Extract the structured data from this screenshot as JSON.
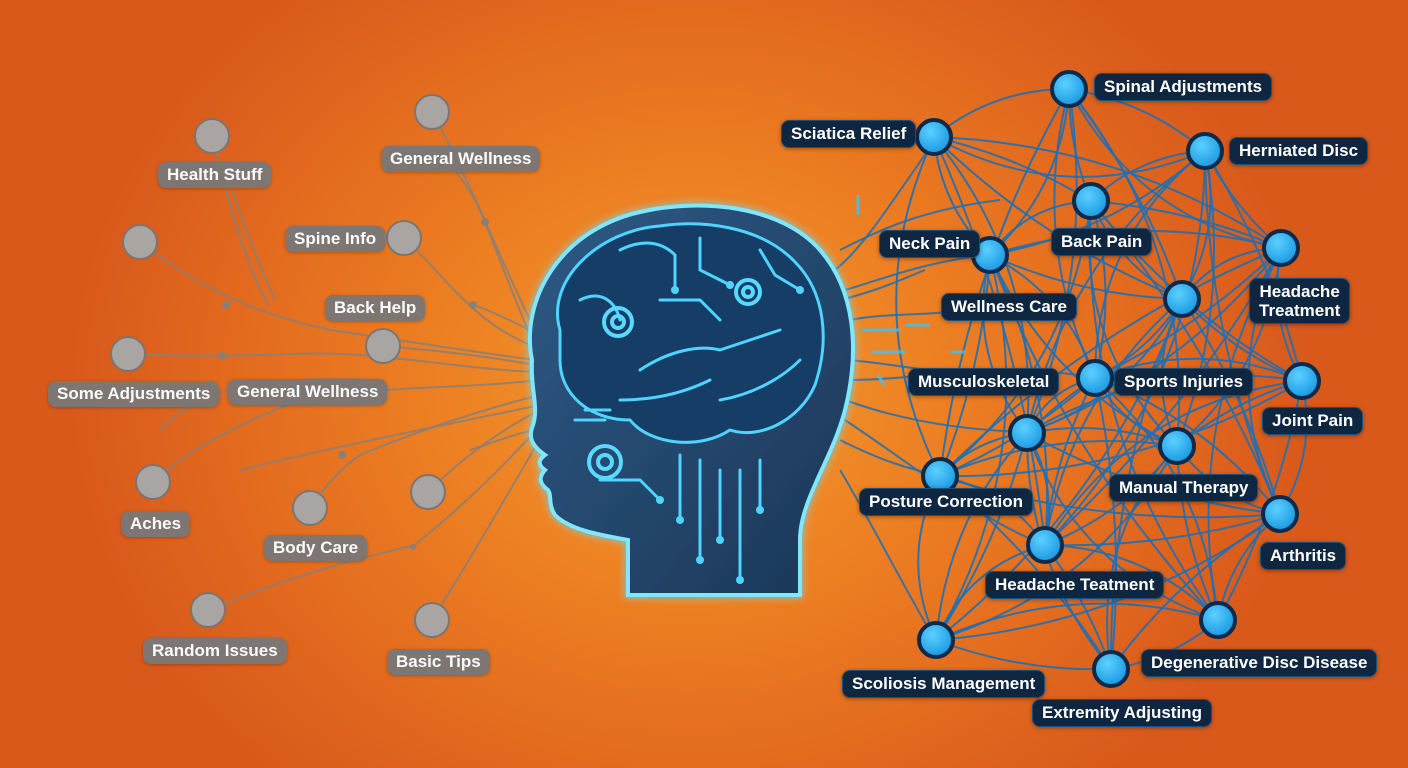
{
  "colors": {
    "background": "#ec7d22",
    "gray_node": "#a9a5a3",
    "gray_label_bg": "#7d7673",
    "blue_node": "#1ea8ee",
    "blue_label_bg": "#0f2641",
    "network_line": "#1f6fb4",
    "brain_glow": "#59d9ff"
  },
  "icons": [
    "brain-circuit-icon",
    "gear-icon"
  ],
  "left_labels": {
    "health_stuff": "Health Stuff",
    "general_wellness_top": "General Wellness",
    "spine_info": "Spine Info",
    "back_help": "Back Help",
    "some_adjustments": "Some Adjustments",
    "general_wellness_mid": "General Wellness",
    "aches": "Aches",
    "body_care": "Body Care",
    "random_issues": "Random Issues",
    "basic_tips": "Basic Tips"
  },
  "right_labels": {
    "spinal_adjustments": "Spinal Adjustments",
    "sciatica_relief": "Sciatica Relief",
    "herniated_disc": "Herniated Disc",
    "neck_pain": "Neck Pain",
    "back_pain": "Back Pain",
    "headache_treatment_line1": "Headache",
    "headache_treatment_line2": "Treatment",
    "wellness_care": "Wellness Care",
    "musculoskeletal": "Musculoskeletal",
    "sports_injuries": "Sports Injuries",
    "joint_pain": "Joint Pain",
    "posture_correction": "Posture Correction",
    "manual_therapy": "Manual Therapy",
    "arthritis": "Arthritis",
    "headache_teatment": "Headache Teatment",
    "degenerative_disc_disease": "Degenerative Disc Disease",
    "scoliosis_management": "Scoliosis Management",
    "extremity_adjusting": "Extremity Adjusting"
  }
}
